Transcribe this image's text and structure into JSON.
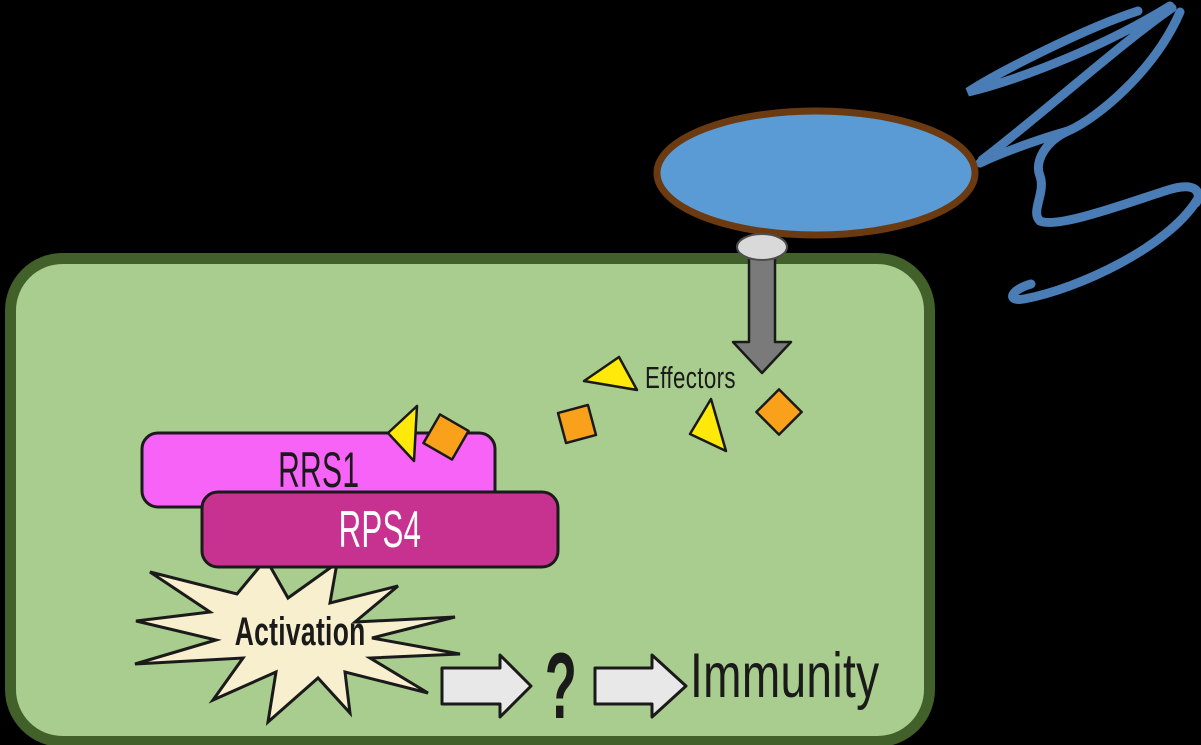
{
  "labels": {
    "effectors": "Effectors",
    "rrs1": "RRS1",
    "rps4": "RPS4",
    "activation": "Activation",
    "question": "?",
    "immunity": "Immunity"
  },
  "icons": [
    "bacterium-icon",
    "flagella-icon",
    "plant-cell-icon",
    "secretion-arrow-icon",
    "effector-triangle-icon",
    "effector-diamond-icon",
    "activation-starburst-icon",
    "flow-arrow-icon"
  ],
  "colors": {
    "background": "#000000",
    "cell_fill": "#a9cd8e",
    "cell_border": "#42602a",
    "bacterium_fill": "#5b9bd5",
    "bacterium_border": "#6b3a10",
    "flagella": "#4a7cb5",
    "pilus_fill": "#d9d9d9",
    "pilus_border": "#4d4d4d",
    "secretion_arrow_fill": "#7a7a7a",
    "effector_yellow": "#ffe90a",
    "effector_orange": "#f9a11b",
    "rrs1_fill": "#f763f7",
    "rps4_fill": "#c73190",
    "starburst_fill": "#f8efce",
    "flow_arrow_fill": "#e8e8e8",
    "outline": "#1a1a1a",
    "text_dark": "#1a1a1a",
    "rps4_text": "#ffffff"
  }
}
